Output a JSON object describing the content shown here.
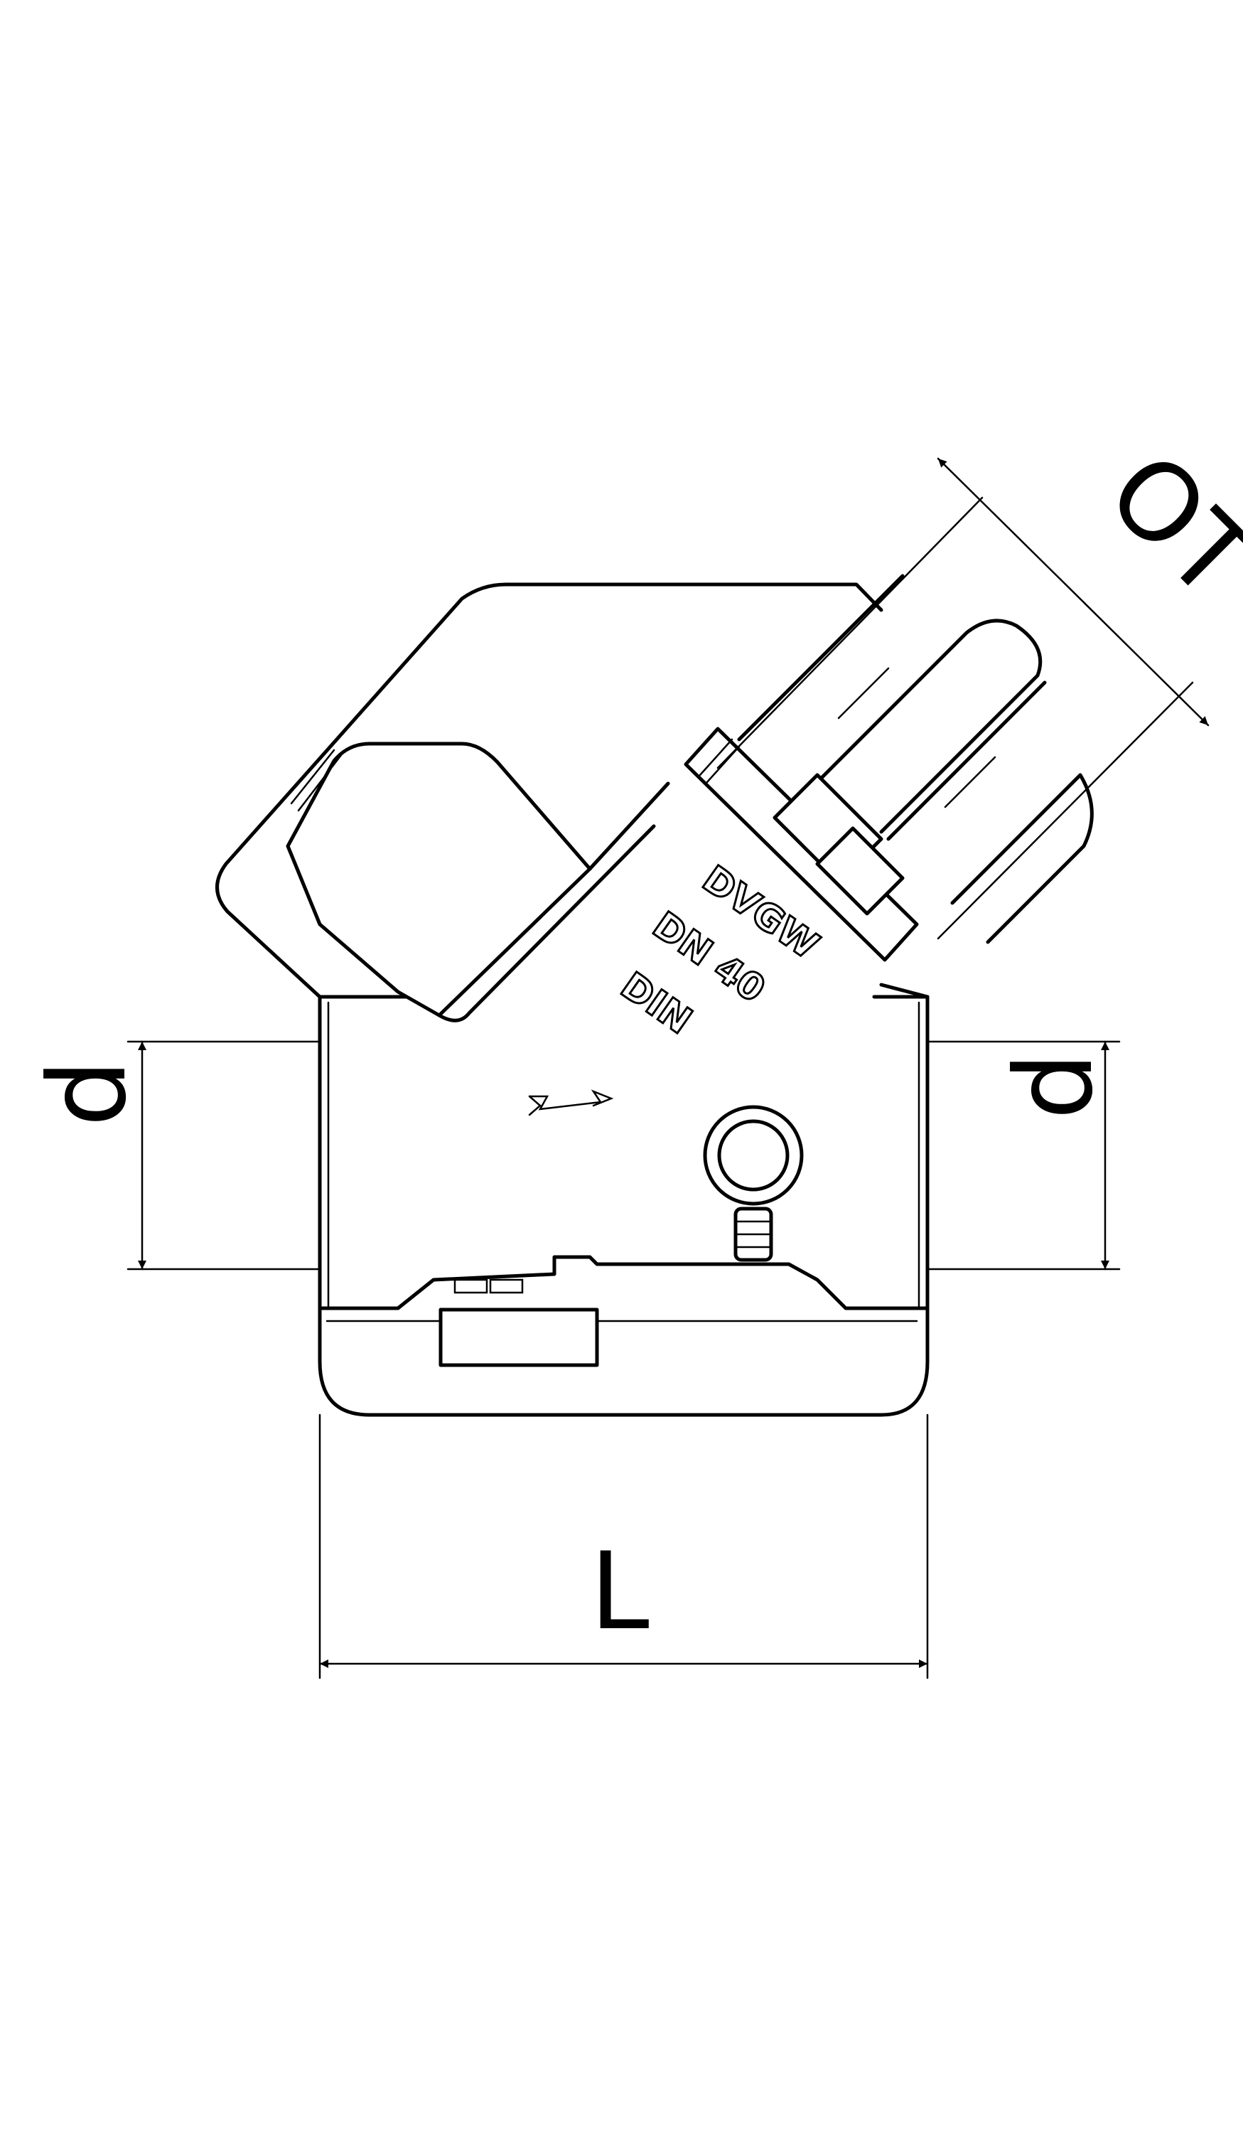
{
  "dimensions": {
    "ot_label": "OT",
    "d_left_label": "d",
    "d_right_label": "d",
    "l_label": "L"
  },
  "markings": {
    "line1": "DVGW",
    "line2": "DN 40",
    "line3": "DIN"
  },
  "colors": {
    "line": "#000000",
    "background": "#ffffff"
  }
}
